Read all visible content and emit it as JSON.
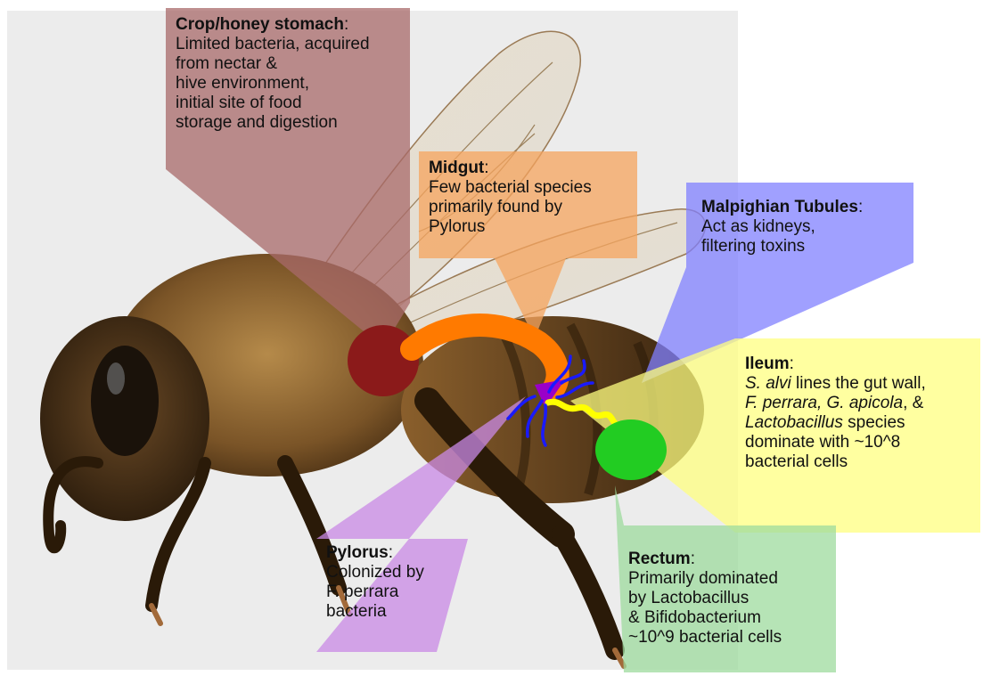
{
  "colors": {
    "background": "#ffffff",
    "photo_backdrop": "#ececec",
    "crop": "#8b1a1a",
    "crop_callout": "#a86a6a",
    "midgut": "#ff7a00",
    "midgut_callout": "#f6a45e",
    "malpighian": "#1a1aff",
    "malpighian_callout": "#8080ff",
    "pylorus": "#9a00c8",
    "pylorus_callout": "#c98ae6",
    "ileum": "#ffff00",
    "ileum_callout": "#ffff80",
    "rectum": "#22cc22",
    "rectum_callout": "#9edb9e"
  },
  "icons": {
    "crop": "dark-red-circle",
    "midgut": "orange-curved-tube",
    "malpighian": "blue-branching-tubules",
    "pylorus": "purple-triangle",
    "ileum": "yellow-wavy-line",
    "rectum": "green-oval"
  },
  "labels": {
    "crop": {
      "title": "Crop/honey stomach",
      "title_suffix": ":",
      "lines": [
        "Limited bacteria, acquired",
        "from nectar &",
        "hive environment,",
        "initial site of food",
        "storage and digestion"
      ]
    },
    "midgut": {
      "title": "Midgut",
      "title_suffix": ":",
      "lines": [
        "Few bacterial species",
        "primarily found by",
        "Pylorus"
      ]
    },
    "malpighian": {
      "title": "Malpighian Tubules",
      "title_suffix": ":",
      "lines": [
        "Act as kidneys,",
        "filtering toxins"
      ]
    },
    "ileum": {
      "title": "Ileum",
      "title_suffix": ":",
      "line1_italic": "S. alvi",
      "line1_rest": " lines the gut wall,",
      "line2_italic": "F. perrara, G. apicola",
      "line2_rest": ", &",
      "line3_italic": "Lactobacillus",
      "line3_rest": " species",
      "lines": [
        "dominate with ~10^8",
        "bacterial cells"
      ]
    },
    "pylorus": {
      "title": "Pylorus",
      "title_suffix": ":",
      "lines": [
        "Colonized by",
        "F. perrara",
        "bacteria"
      ]
    },
    "rectum": {
      "title": "Rectum",
      "title_suffix": ":",
      "lines": [
        "Primarily dominated",
        "by Lactobacillus",
        "& Bifidobacterium",
        "~10^9 bacterial cells"
      ]
    }
  }
}
